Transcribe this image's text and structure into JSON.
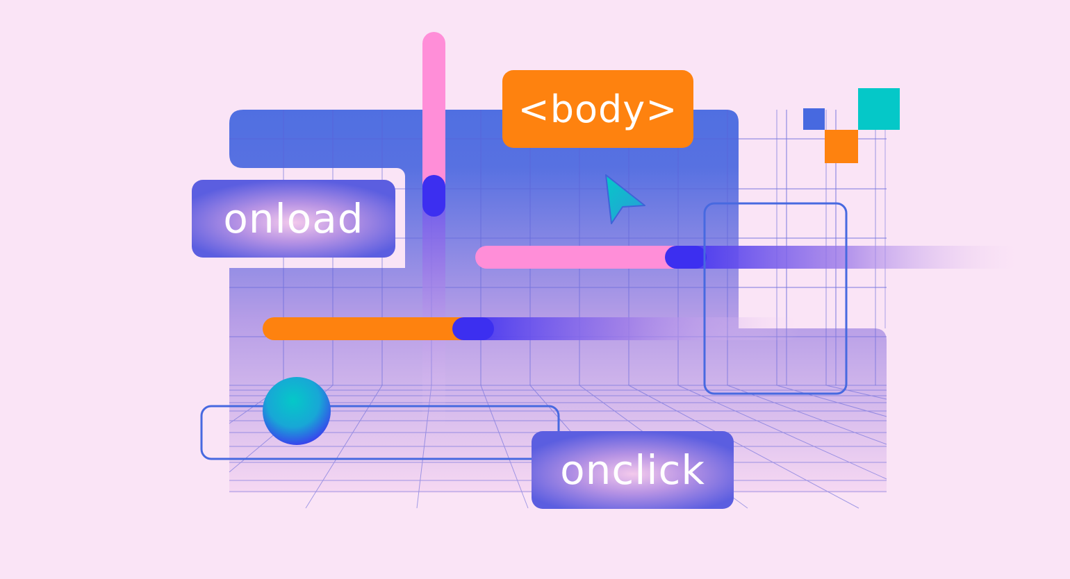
{
  "tags": {
    "body": "<body>",
    "onload": "onload",
    "onclick": "onclick"
  },
  "colors": {
    "background": "#fae4f6",
    "blue": "#4769e0",
    "orange": "#fe820f",
    "pink": "#ff8ed8",
    "teal": "#05c8c8",
    "indigo": "#3f2ff0"
  },
  "icons": [
    "cursor-arrow-icon",
    "sphere-icon",
    "pixel-squares-icon"
  ]
}
